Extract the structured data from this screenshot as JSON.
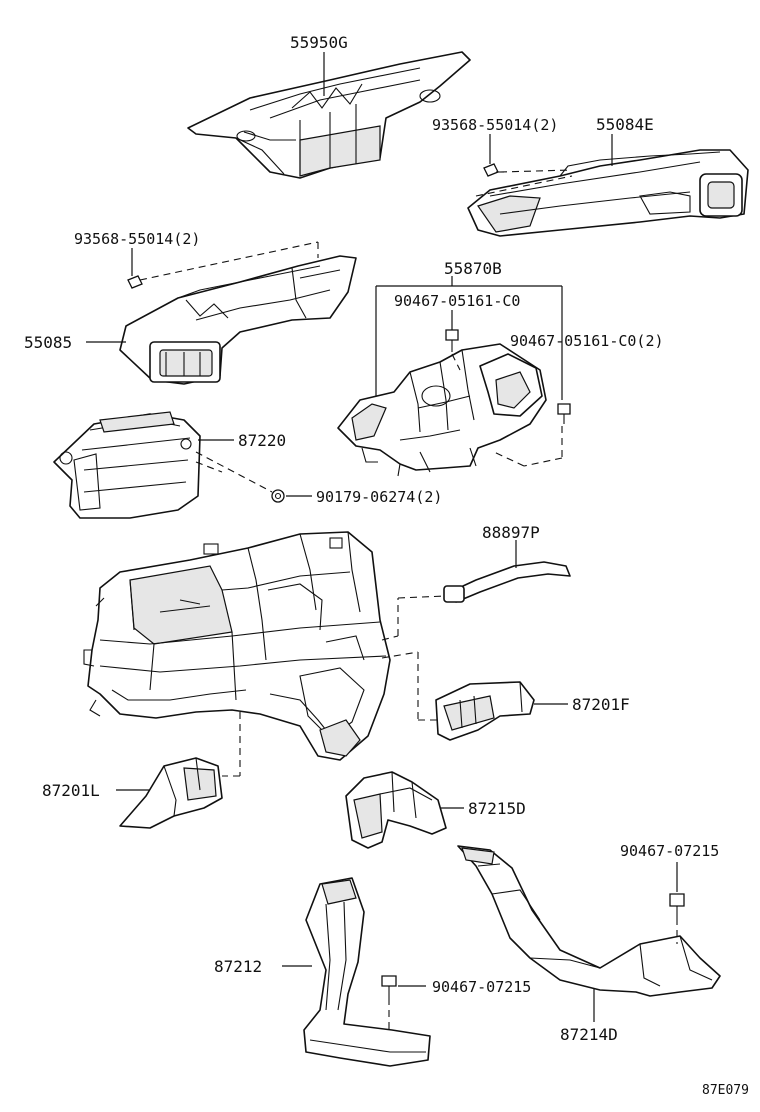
{
  "labels": {
    "p55950G": "55950G",
    "p93568_a": "93568-55014(2)",
    "p55084E": "55084E",
    "p93568_b": "93568-55014(2)",
    "p55870B": "55870B",
    "p90467_05161_a": "90467-05161-C0",
    "p55085": "55085",
    "p90467_05161_b": "90467-05161-C0(2)",
    "p87220": "87220",
    "p90179": "90179-06274(2)",
    "p88897P": "88897P",
    "p87201F": "87201F",
    "p87201L": "87201L",
    "p87215D": "87215D",
    "p90467_07215_a": "90467-07215",
    "p87212": "87212",
    "p90467_07215_b": "90467-07215",
    "p87214D": "87214D",
    "figure_code": "87E079"
  }
}
